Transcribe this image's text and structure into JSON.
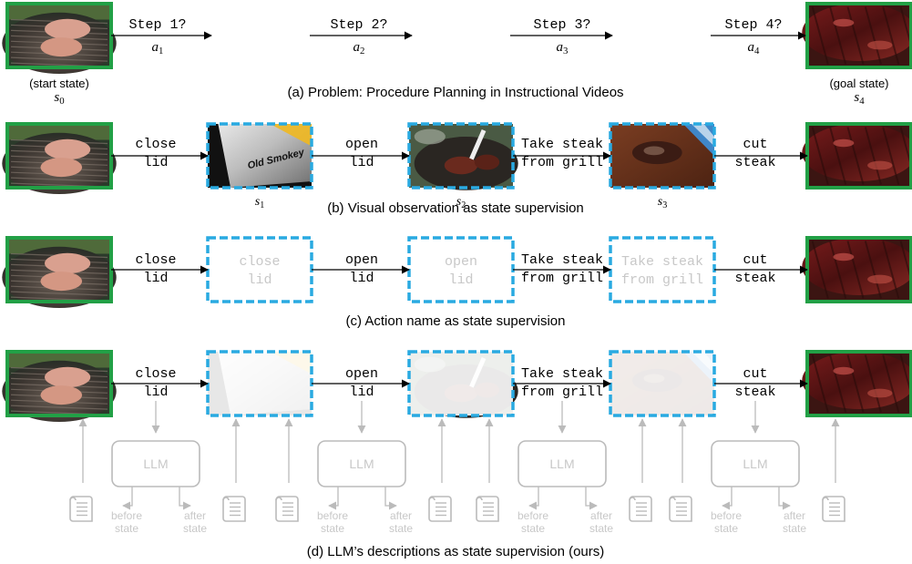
{
  "colors": {
    "green_border": "#22a046",
    "blue_dash": "#29aae1",
    "arrow": "#000000",
    "faded": "#bbbbbb",
    "faded_text": "#c8c8c8"
  },
  "row_a": {
    "steps": [
      {
        "label": "Step 1?",
        "action_var": "a",
        "action_sub": "1"
      },
      {
        "label": "Step 2?",
        "action_var": "a",
        "action_sub": "2"
      },
      {
        "label": "Step 3?",
        "action_var": "a",
        "action_sub": "3"
      },
      {
        "label": "Step 4?",
        "action_var": "a",
        "action_sub": "4"
      }
    ],
    "start_label": "(start state)",
    "start_var": "s",
    "start_sub": "0",
    "goal_label": "(goal state)",
    "goal_var": "s",
    "goal_sub": "4",
    "caption": "(a) Problem: Procedure Planning in Instructional Videos"
  },
  "actions": [
    {
      "line1": "close",
      "line2": "lid"
    },
    {
      "line1": "open",
      "line2": "lid"
    },
    {
      "line1": "Take steak",
      "line2": "from grill"
    },
    {
      "line1": "cut",
      "line2": "steak"
    }
  ],
  "row_b": {
    "states": [
      {
        "var": "s",
        "sub": "1",
        "sign_text": "Old Smokey"
      },
      {
        "var": "s",
        "sub": "2"
      },
      {
        "var": "s",
        "sub": "3"
      }
    ],
    "caption": "(b) Visual observation as state supervision"
  },
  "row_c": {
    "ghost_labels": [
      {
        "line1": "close",
        "line2": "lid"
      },
      {
        "line1": "open",
        "line2": "lid"
      },
      {
        "line1": "Take steak",
        "line2": "from grill"
      }
    ],
    "caption": "(c) Action name as state supervision"
  },
  "row_d": {
    "llm_label": "LLM",
    "before_line1": "before",
    "before_line2": "state",
    "after_line1": "after",
    "after_line2": "state",
    "caption": "(d) LLM’s descriptions as state supervision (ours)"
  }
}
